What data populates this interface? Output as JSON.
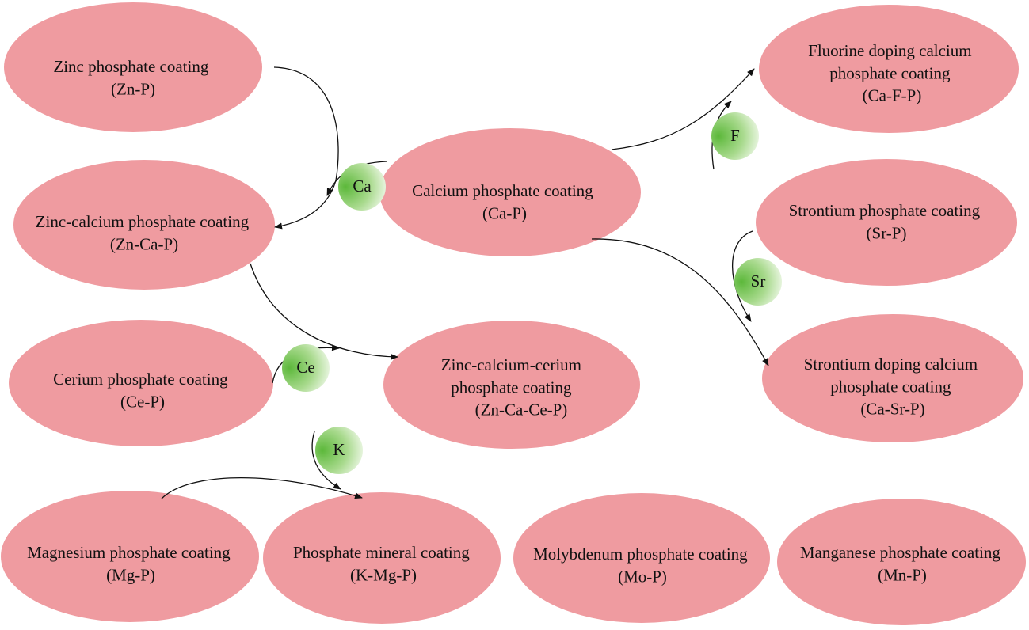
{
  "colors": {
    "node_fill": "#ef9ba0",
    "badge_dark": "#6cc04a",
    "badge_light": "#f4fbef",
    "arrow": "#111111"
  },
  "nodes": {
    "zn_p": {
      "lines": [
        "Zinc phosphate coating",
        "(Zn-P)"
      ]
    },
    "zn_ca_p": {
      "lines": [
        "Zinc-calcium phosphate coating",
        "(Zn-Ca-P)"
      ]
    },
    "ca_p": {
      "lines": [
        "Calcium phosphate coating",
        "(Ca-P)"
      ]
    },
    "ca_f_p": {
      "lines": [
        "Fluorine doping calcium",
        "phosphate coating",
        "(Ca-F-P)"
      ]
    },
    "sr_p": {
      "lines": [
        "Strontium phosphate coating",
        "(Sr-P)"
      ]
    },
    "ca_sr_p": {
      "lines": [
        "Strontium doping calcium",
        "phosphate coating",
        "(Ca-Sr-P)"
      ]
    },
    "ce_p": {
      "lines": [
        "Cerium phosphate coating",
        "(Ce-P)"
      ]
    },
    "zn_ca_ce_p": {
      "lines": [
        "Zinc-calcium-cerium",
        "phosphate coating",
        "(Zn-Ca-Ce-P)"
      ]
    },
    "mg_p": {
      "lines": [
        "Magnesium phosphate coating",
        "(Mg-P)"
      ]
    },
    "k_mg_p": {
      "lines": [
        "Phosphate mineral coating",
        "(K-Mg-P)"
      ]
    },
    "mo_p": {
      "lines": [
        "Molybdenum phosphate coating",
        "(Mo-P)"
      ]
    },
    "mn_p": {
      "lines": [
        "Manganese phosphate coating",
        "(Mn-P)"
      ]
    }
  },
  "badges": {
    "ca": "Ca",
    "f": "F",
    "sr": "Sr",
    "ce": "Ce",
    "k": "K"
  }
}
